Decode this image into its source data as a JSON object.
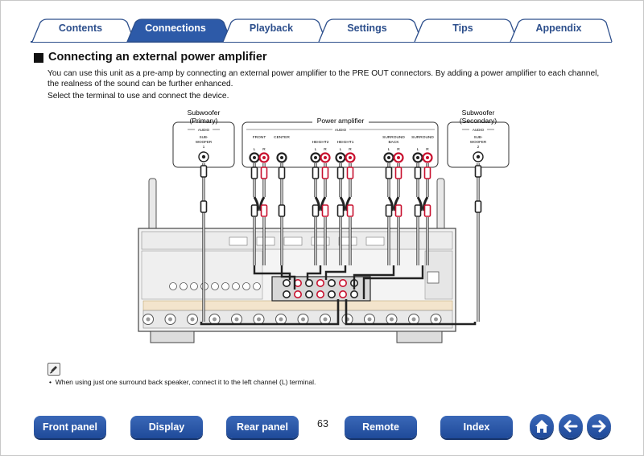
{
  "tabs": [
    {
      "label": "Contents",
      "active": false
    },
    {
      "label": "Connections",
      "active": true
    },
    {
      "label": "Playback",
      "active": false
    },
    {
      "label": "Settings",
      "active": false
    },
    {
      "label": "Tips",
      "active": false
    },
    {
      "label": "Appendix",
      "active": false
    }
  ],
  "section": {
    "title": "Connecting an external power amplifier",
    "intro": "You can use this unit as a pre-amp by connecting an external power amplifier to the PRE OUT connectors. By adding a power amplifier to each channel, the realness of the sound can be further enhanced.",
    "instruction": "Select the terminal to use and connect the device."
  },
  "diagram": {
    "sub_primary": {
      "title_line1": "Subwoofer",
      "title_line2": "(Primary)",
      "audio": "AUDIO",
      "jack_line1": "SUB-",
      "jack_line2": "WOOFER",
      "jack_line3": "1"
    },
    "power_amp": {
      "title": "Power amplifier",
      "audio": "AUDIO",
      "groups": [
        {
          "name": "FRONT",
          "channels": [
            "L",
            "R"
          ]
        },
        {
          "name": "CENTER",
          "channels": []
        },
        {
          "name": "HEIGHT2",
          "channels": [
            "L",
            "R"
          ]
        },
        {
          "name": "HEIGHT1",
          "channels": [
            "L",
            "R"
          ]
        },
        {
          "name_line1": "SURROUND",
          "name_line2": "BACK",
          "channels": [
            "L",
            "R"
          ]
        },
        {
          "name": "SURROUND",
          "channels": [
            "L",
            "R"
          ]
        }
      ]
    },
    "sub_secondary": {
      "title_line1": "Subwoofer",
      "title_line2": "(Secondary)",
      "audio": "AUDIO",
      "jack_line1": "SUB-",
      "jack_line2": "WOOFER",
      "jack_line3": "2"
    }
  },
  "note": {
    "icon": "pencil-note-icon",
    "text": "When using just one surround back speaker, connect it to the left channel (L) terminal."
  },
  "page_number": "63",
  "bottom_nav": {
    "front_panel": "Front panel",
    "display": "Display",
    "rear_panel": "Rear panel",
    "remote": "Remote",
    "index": "Index",
    "icons": [
      "home-icon",
      "back-arrow-icon",
      "forward-arrow-icon"
    ]
  },
  "colors": {
    "accent": "#2d5aa8",
    "tab_border": "#2d4f8c",
    "red_jack": "#c8102e"
  }
}
